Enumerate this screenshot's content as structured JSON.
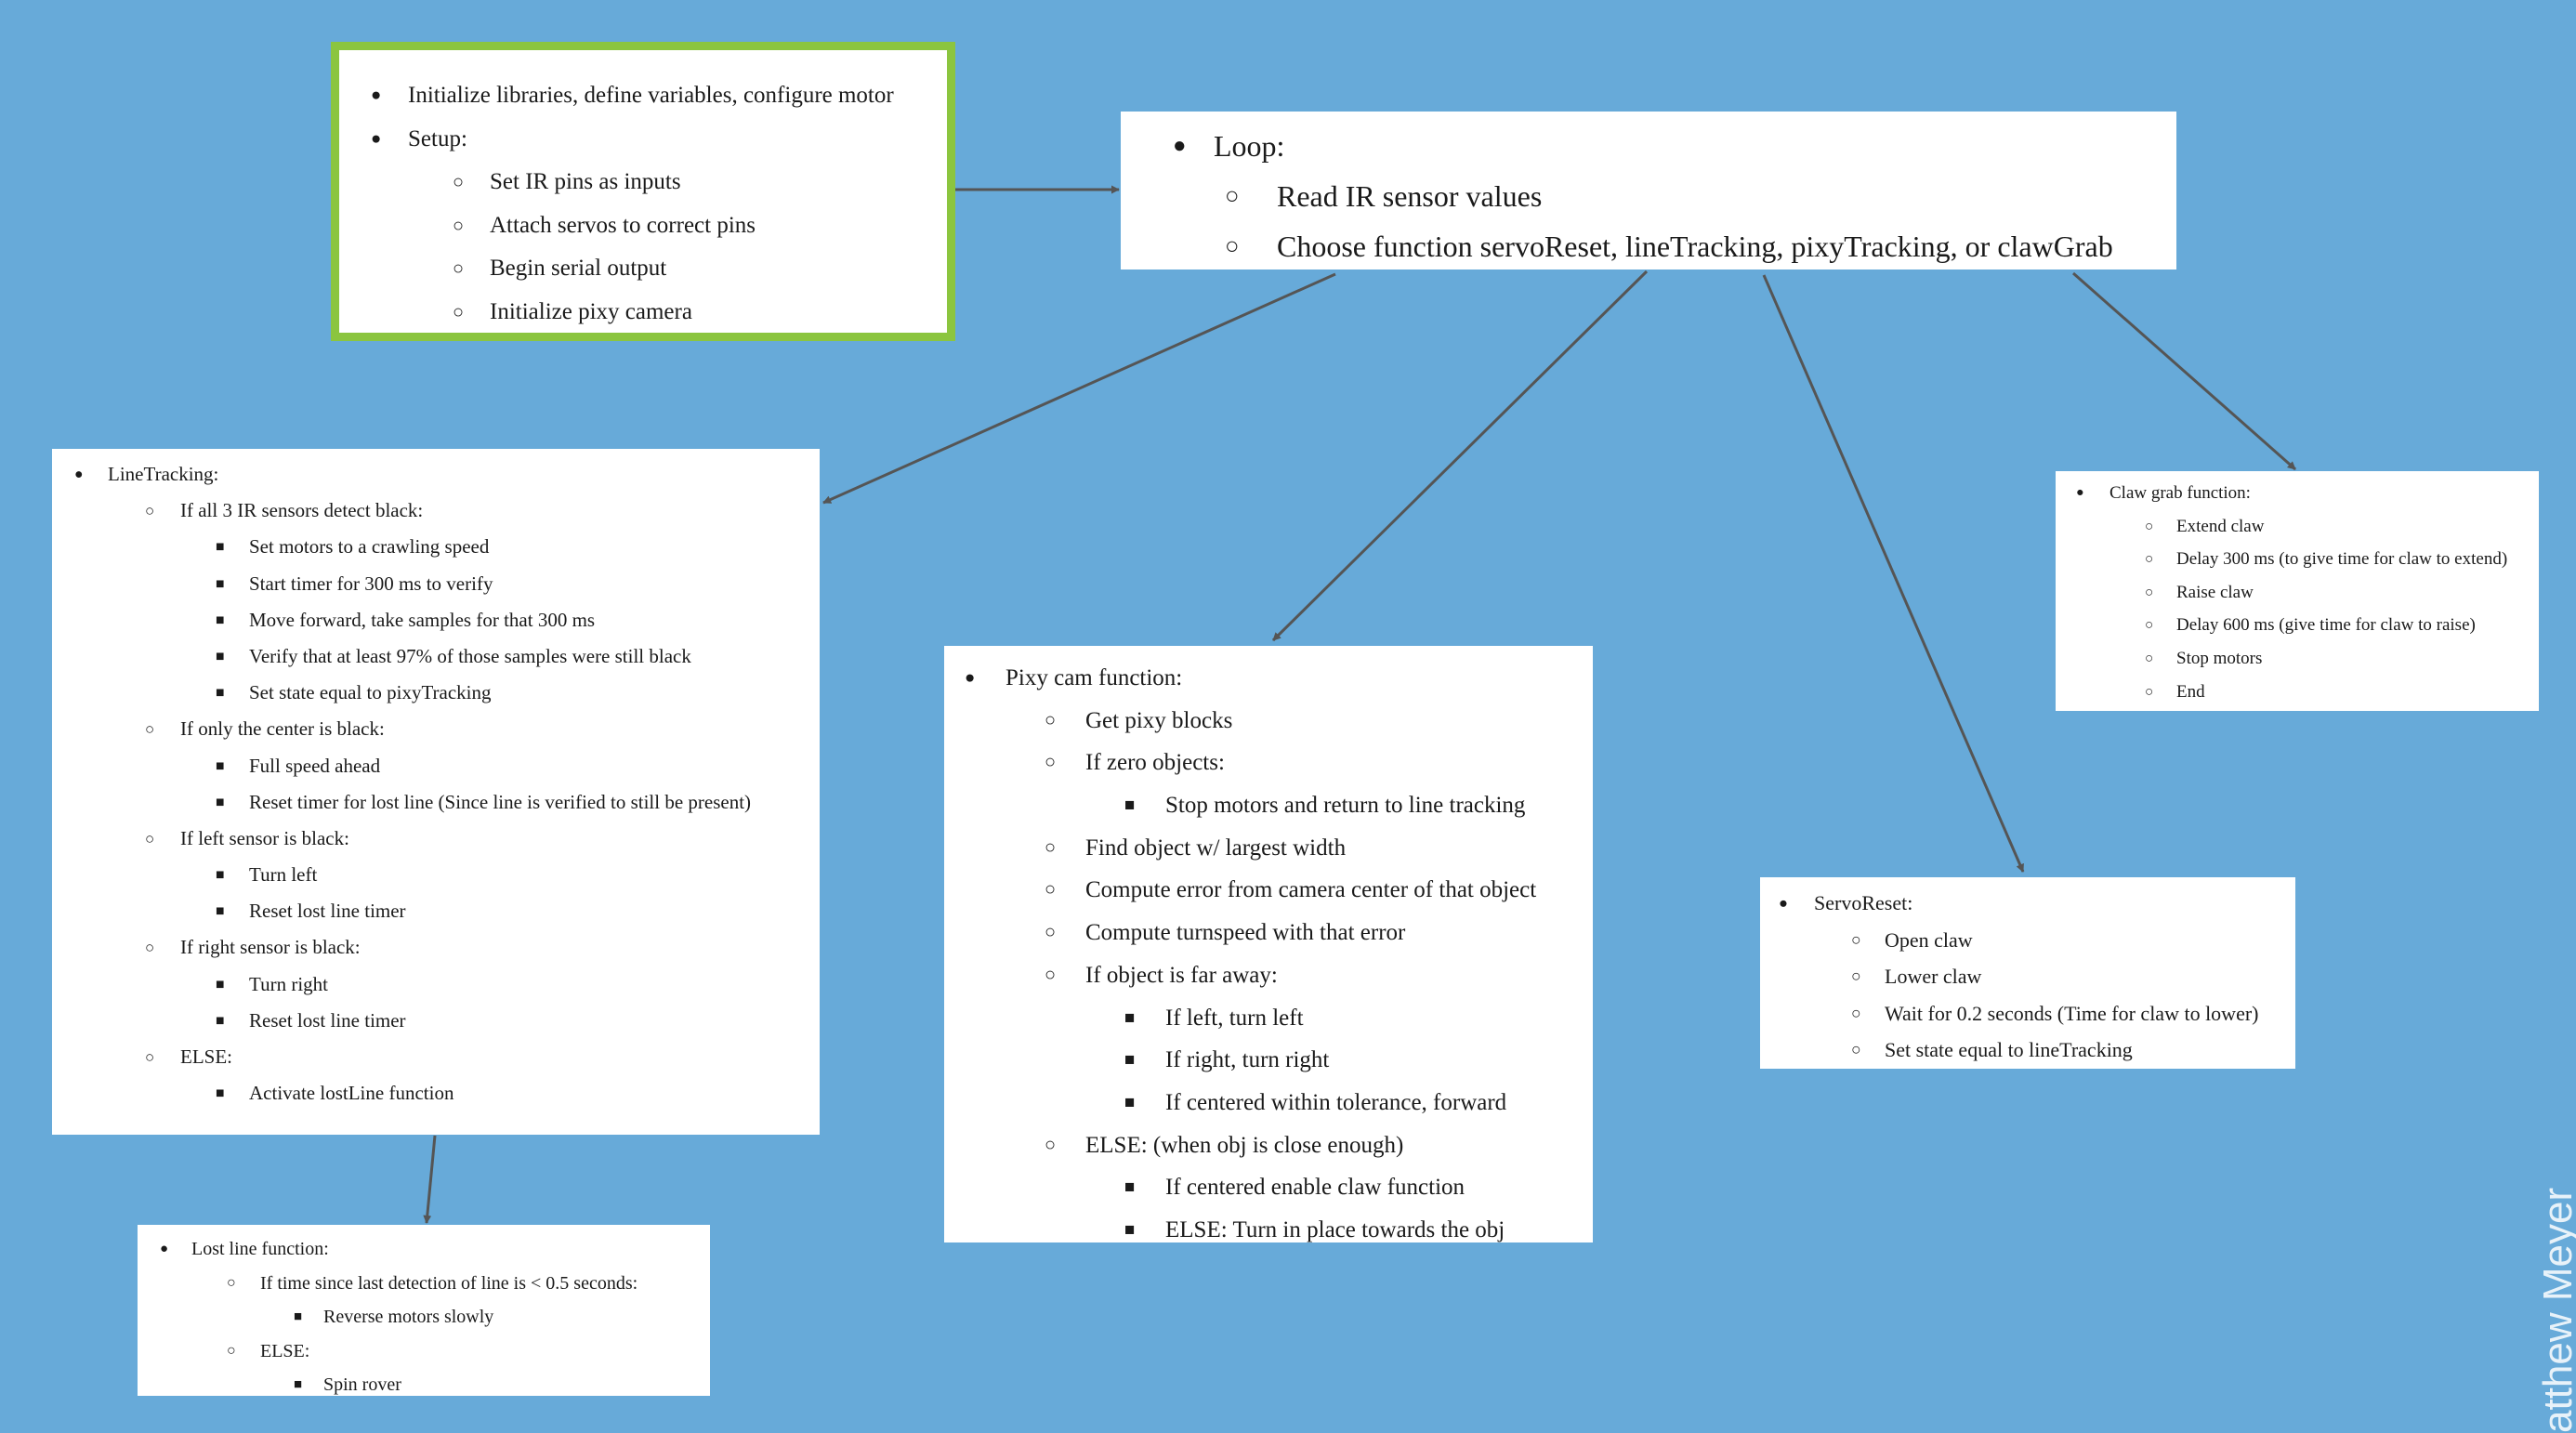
{
  "colors": {
    "background": "#67aad9",
    "box_fill": "#ffffff",
    "start_box_border": "#8bc53f",
    "arrow": "#555555"
  },
  "nodes": {
    "init": {
      "items": [
        {
          "level": 1,
          "text": "Initialize libraries, define variables, configure motor"
        },
        {
          "level": 1,
          "text": "Setup:"
        },
        {
          "level": 2,
          "text": "Set IR pins as inputs"
        },
        {
          "level": 2,
          "text": "Attach servos to correct pins"
        },
        {
          "level": 2,
          "text": "Begin serial output"
        },
        {
          "level": 2,
          "text": "Initialize pixy camera"
        }
      ]
    },
    "loop": {
      "items": [
        {
          "level": 1,
          "text": "Loop:"
        },
        {
          "level": 2,
          "text": "Read IR sensor values"
        },
        {
          "level": 2,
          "text": "Choose function servoReset, lineTracking, pixyTracking, or clawGrab"
        }
      ]
    },
    "line_tracking": {
      "items": [
        {
          "level": 1,
          "text": "LineTracking:"
        },
        {
          "level": 2,
          "text": "If all 3 IR sensors detect black:"
        },
        {
          "level": 3,
          "text": "Set motors to a crawling speed"
        },
        {
          "level": 3,
          "text": "Start timer for 300 ms to verify"
        },
        {
          "level": 3,
          "text": "Move forward, take samples for that 300 ms"
        },
        {
          "level": 3,
          "text": "Verify that at least 97% of those samples were still black"
        },
        {
          "level": 3,
          "text": "Set state equal to pixyTracking"
        },
        {
          "level": 2,
          "text": "If only the center is black:"
        },
        {
          "level": 3,
          "text": "Full speed ahead"
        },
        {
          "level": 3,
          "text": "Reset timer for lost line (Since line is verified to still be present)"
        },
        {
          "level": 2,
          "text": "If left sensor is black:"
        },
        {
          "level": 3,
          "text": "Turn left"
        },
        {
          "level": 3,
          "text": "Reset lost line timer"
        },
        {
          "level": 2,
          "text": "If right sensor is black:"
        },
        {
          "level": 3,
          "text": "Turn right"
        },
        {
          "level": 3,
          "text": "Reset lost line timer"
        },
        {
          "level": 2,
          "text": "ELSE:"
        },
        {
          "level": 3,
          "text": "Activate lostLine function"
        }
      ]
    },
    "lost_line": {
      "items": [
        {
          "level": 1,
          "text": "Lost line function:"
        },
        {
          "level": 2,
          "text": "If time since last detection of line is < 0.5 seconds:"
        },
        {
          "level": 3,
          "text": "Reverse motors slowly"
        },
        {
          "level": 2,
          "text": "ELSE:"
        },
        {
          "level": 3,
          "text": "Spin rover"
        }
      ]
    },
    "pixy_cam": {
      "items": [
        {
          "level": 1,
          "text": "Pixy cam function:"
        },
        {
          "level": 2,
          "text": "Get pixy blocks"
        },
        {
          "level": 2,
          "text": "If zero objects:"
        },
        {
          "level": 3,
          "text": "Stop motors and return to line tracking"
        },
        {
          "level": 2,
          "text": "Find object w/ largest width"
        },
        {
          "level": 2,
          "text": "Compute error from camera center of that object"
        },
        {
          "level": 2,
          "text": "Compute turnspeed with that error"
        },
        {
          "level": 2,
          "text": "If object is far away:"
        },
        {
          "level": 3,
          "text": "If left, turn left"
        },
        {
          "level": 3,
          "text": "If right, turn right"
        },
        {
          "level": 3,
          "text": "If centered within tolerance, forward"
        },
        {
          "level": 2,
          "text": "ELSE: (when obj is close enough)"
        },
        {
          "level": 3,
          "text": "If centered enable claw function"
        },
        {
          "level": 3,
          "text": "ELSE: Turn in place towards the obj"
        }
      ]
    },
    "servo_reset": {
      "items": [
        {
          "level": 1,
          "text": "ServoReset:"
        },
        {
          "level": 2,
          "text": "Open claw"
        },
        {
          "level": 2,
          "text": "Lower claw"
        },
        {
          "level": 2,
          "text": "Wait for 0.2 seconds (Time for claw to lower)"
        },
        {
          "level": 2,
          "text": "Set state equal to lineTracking"
        }
      ]
    },
    "claw_grab": {
      "items": [
        {
          "level": 1,
          "text": "Claw grab function:"
        },
        {
          "level": 2,
          "text": "Extend claw"
        },
        {
          "level": 2,
          "text": "Delay 300 ms (to give time for claw to extend)"
        },
        {
          "level": 2,
          "text": "Raise claw"
        },
        {
          "level": 2,
          "text": "Delay 600 ms (give time for claw to raise)"
        },
        {
          "level": 2,
          "text": "Stop motors"
        },
        {
          "level": 2,
          "text": "End"
        }
      ]
    }
  },
  "edges": [
    {
      "from": "init",
      "to": "loop"
    },
    {
      "from": "loop",
      "to": "line_tracking"
    },
    {
      "from": "loop",
      "to": "pixy_cam"
    },
    {
      "from": "loop",
      "to": "servo_reset"
    },
    {
      "from": "loop",
      "to": "claw_grab"
    },
    {
      "from": "line_tracking",
      "to": "lost_line"
    }
  ],
  "watermark": "atthew Meyer"
}
